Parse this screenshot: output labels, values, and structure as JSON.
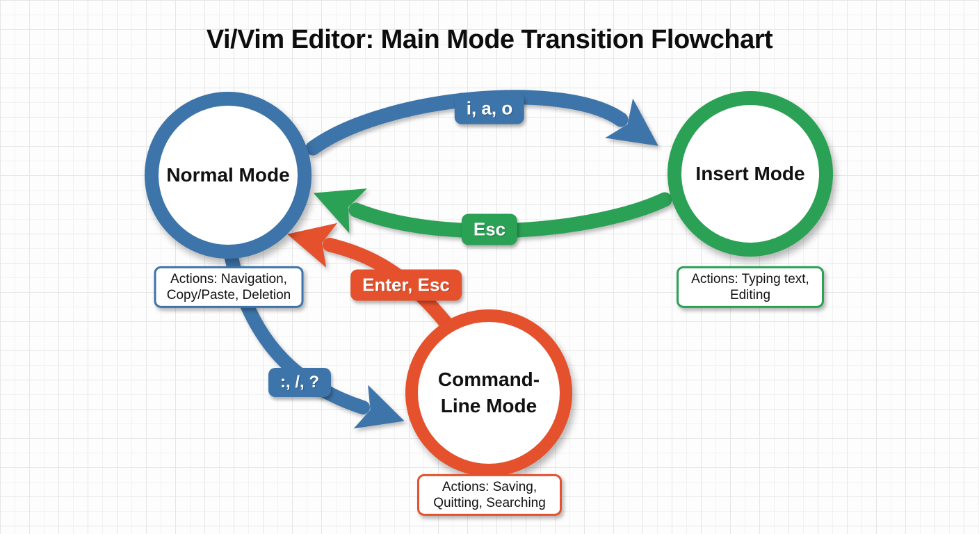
{
  "title": "Vi/Vim Editor: Main Mode Transition Flowchart",
  "colors": {
    "blue": "#3d74a9",
    "green": "#2aa154",
    "orange": "#e4512c",
    "text": "#111111",
    "grid_line": "#e6e6e6"
  },
  "nodes": {
    "normal": {
      "label": "Normal Mode",
      "actions": "Actions: Navigation, Copy/Paste, Deletion",
      "color": "blue"
    },
    "insert": {
      "label": "Insert Mode",
      "actions": "Actions: Typing text, Editing",
      "color": "green"
    },
    "command": {
      "label": "Command-Line Mode",
      "actions": "Actions: Saving, Quitting, Searching",
      "color": "orange"
    }
  },
  "edges": {
    "normal_to_insert": {
      "label": "i, a, o",
      "from": "Normal Mode",
      "to": "Insert Mode",
      "color": "blue"
    },
    "insert_to_normal": {
      "label": "Esc",
      "from": "Insert Mode",
      "to": "Normal Mode",
      "color": "green"
    },
    "command_to_normal": {
      "label": "Enter, Esc",
      "from": "Command-Line Mode",
      "to": "Normal Mode",
      "color": "orange"
    },
    "normal_to_command": {
      "label": ":, /, ?",
      "from": "Normal Mode",
      "to": "Command-Line Mode",
      "color": "blue"
    }
  }
}
